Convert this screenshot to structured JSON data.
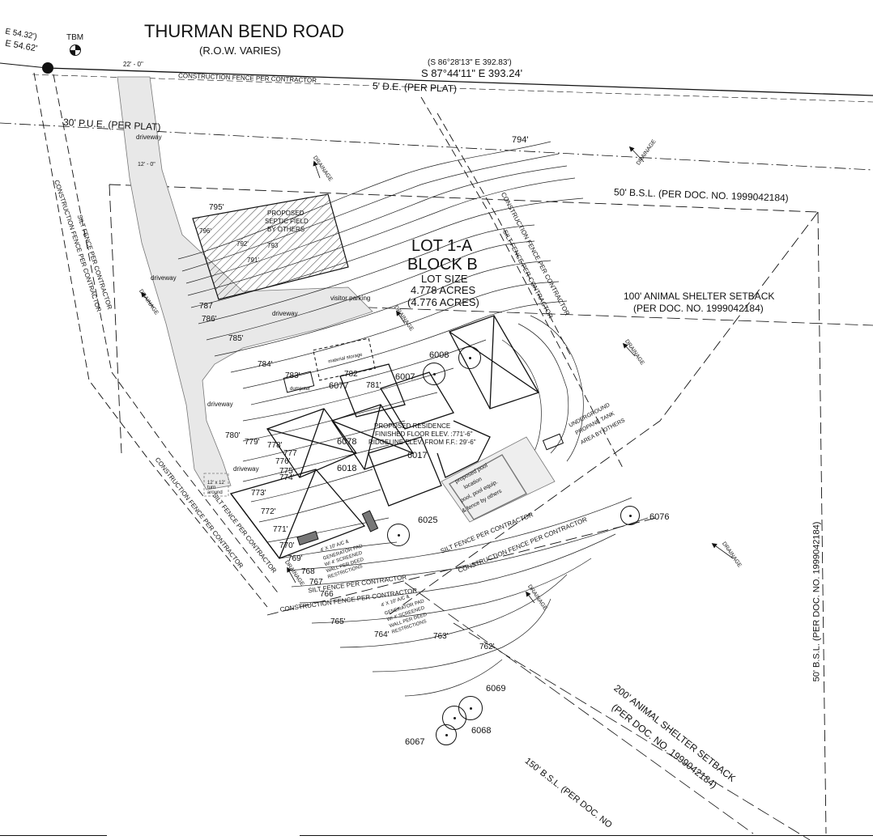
{
  "road": {
    "name": "THURMAN BEND ROAD",
    "row": "(R.O.W. VARIES)"
  },
  "top_left": {
    "bearing_a": "E 54.32')",
    "bearing_b": "E 54.62'",
    "tbm": "TBM"
  },
  "north_line": {
    "record": "(S 86°28'13\" E 392.83')",
    "measured": "S 87°44'11\" E 393.24'"
  },
  "easements": {
    "de": "5' D.E. (PER PLAT)",
    "pue": "30' P.U.E. (PER PLAT)",
    "bsl_north": "50' B.S.L. (PER DOC. NO. 1999042184)",
    "bsl_east": "50' B.S.L. (PER DOC. NO. 1999042184)",
    "bsl_south": "150' B.S.L. (PER DOC. NO",
    "animal_100_a": "100' ANIMAL SHELTER SETBACK",
    "animal_100_b": "(PER DOC. NO. 1999042184)",
    "animal_200_a": "200' ANIMAL SHELTER SETBACK",
    "animal_200_b": "(PER DOC. NO. 1999042184)"
  },
  "fences": {
    "construction": "CONSTRUCTION FENCE PER CONTRACTOR",
    "silt": "SILT FENCE PER CONTRACTOR"
  },
  "lot": {
    "lot": "LOT 1-A",
    "block": "BLOCK B",
    "size_label": "LOT SIZE",
    "acres": "4.778 ACRES",
    "acres_record": "(4.776 ACRES)"
  },
  "labels": {
    "driveway": "driveway",
    "visitor_parking": "visitor parking",
    "septic_a": "PROPOSED",
    "septic_b": "SEPTIC FIELD",
    "septic_c": "BY OTHERS",
    "residence_a": "PROPOSED RESIDENCE",
    "residence_b": "FINISHED FLOOR ELEV. :771'-6\"",
    "residence_c": "RIDGELINE ELEV. FROM F.F.: 29'-6\"",
    "pool_a": "proposed pool",
    "pool_b": "location",
    "pool_c": "pool, pool equip.",
    "pool_d": "& fence by others",
    "propane_a": "UNDERGROUND",
    "propane_b": "PROPANE TANK",
    "propane_c": "AREA BY OTHERS",
    "drainage": "DRAINAGE",
    "ac_pad_a": "4' X 10' A/C &",
    "ac_pad_b": "GENERATOR PAD",
    "ac_pad_c": "W/ 4' SCREENED",
    "ac_pad_d": "WALL PER DEED",
    "ac_pad_e": "RESTRICTIONS",
    "dim_22": "22' - 0\"",
    "dim_12": "12' - 0\"",
    "dumpster": "dumpster",
    "storage": "material storage",
    "turn": "12' x 12' turn around"
  },
  "contours": [
    "795'",
    "794'",
    "787",
    "786'",
    "785'",
    "784'",
    "783'",
    "782",
    "781'",
    "780'",
    "779'",
    "778'",
    "777",
    "776'",
    "775'",
    "774'",
    "773'",
    "772'",
    "771'",
    "770'",
    "769'",
    "768",
    "767",
    "766",
    "765'",
    "764'",
    "763'",
    "762'",
    "796'",
    "791'",
    "792'",
    "793"
  ],
  "trees": [
    "6008",
    "6007",
    "6077",
    "6078",
    "6018",
    "6017",
    "6025",
    "6076",
    "6069",
    "6068",
    "6067"
  ]
}
